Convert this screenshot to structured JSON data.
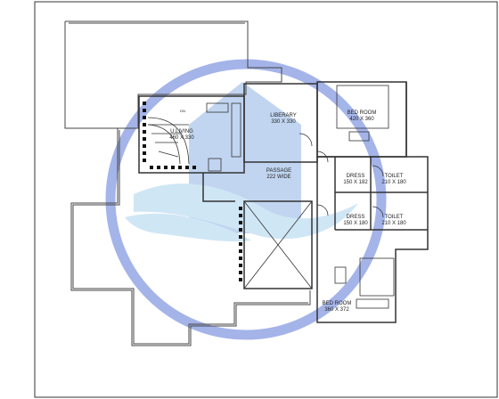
{
  "rooms": [
    {
      "id": "u-living",
      "name": "U.LIVING",
      "size": "460 X 330"
    },
    {
      "id": "library",
      "name": "LIBERARY",
      "size": "330 X 330"
    },
    {
      "id": "bedroom-1",
      "name": "BED ROOM",
      "size": "420 X 360"
    },
    {
      "id": "passage",
      "name": "PASSAGE",
      "size": "222 WIDE"
    },
    {
      "id": "dress-1",
      "name": "DRESS",
      "size": "150 X 182"
    },
    {
      "id": "toilet-1",
      "name": "TOILET",
      "size": "210 X 180"
    },
    {
      "id": "dress-2",
      "name": "DRESS",
      "size": "150 X 180"
    },
    {
      "id": "toilet-2",
      "name": "TOILET",
      "size": "210 X 180"
    },
    {
      "id": "bedroom-2",
      "name": "BED ROOM",
      "size": "360 X 372"
    }
  ],
  "stair_label": "DN",
  "watermark": {
    "color": "#5a78d8",
    "fill_color": "#8fb4e6"
  }
}
